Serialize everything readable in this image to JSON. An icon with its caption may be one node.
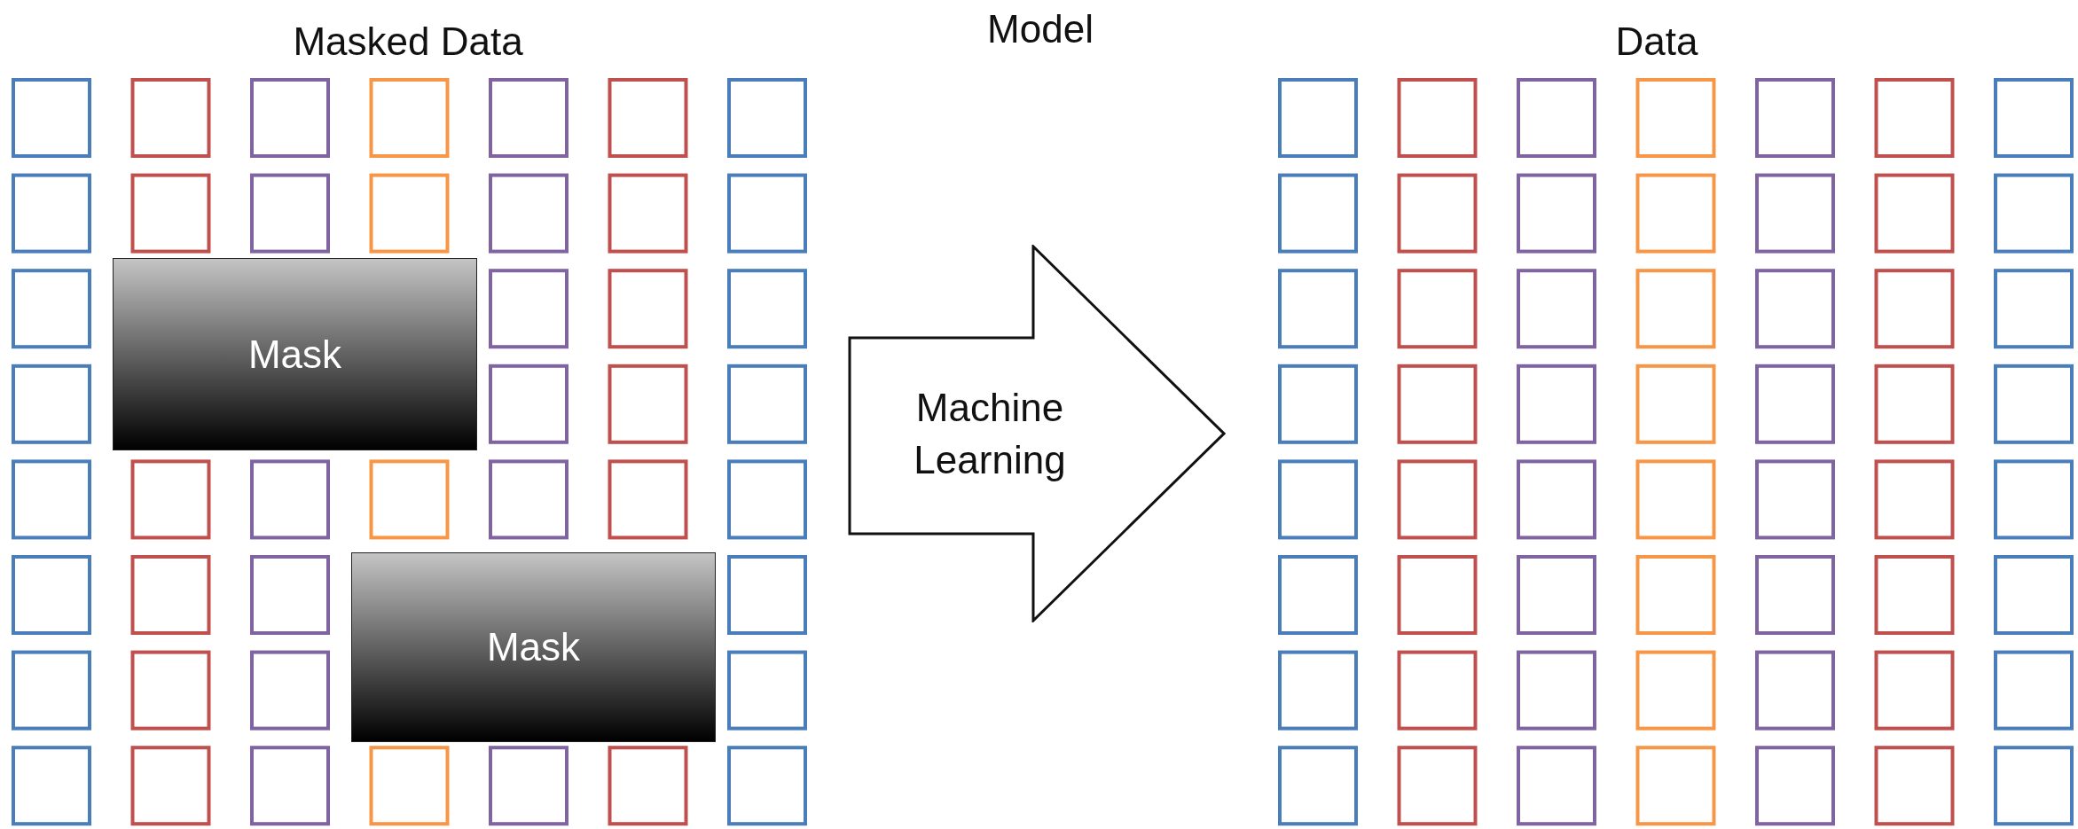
{
  "diagram": {
    "nodes": [
      {
        "text": [
          "Mask"
        ]
      },
      {
        "text": [
          "Mask"
        ]
      },
      {
        "text": [
          "Machine Learning"
        ]
      }
    ],
    "labels": [
      "Masked Data",
      "Model",
      "Data"
    ]
  }
}
